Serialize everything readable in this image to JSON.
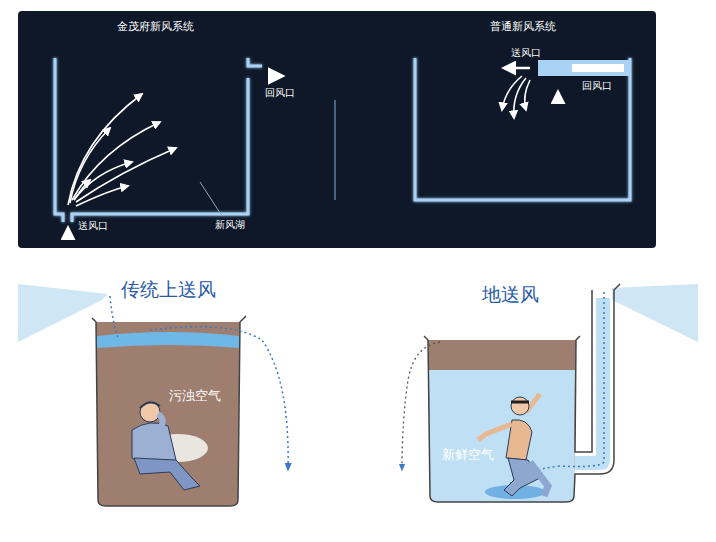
{
  "diagram": {
    "nodes": [
      {
        "text": [
          "金茂府新风系统"
        ]
      },
      {
        "text": [
          "普通新风系统"
        ]
      },
      {
        "text": [
          "传统上送风",
          "污浊空气"
        ]
      },
      {
        "text": [
          "地送风",
          "新鲜空气"
        ]
      }
    ],
    "labels": [
      "回风口",
      "送风口",
      "新风湖",
      "送风口",
      "回风口"
    ]
  }
}
